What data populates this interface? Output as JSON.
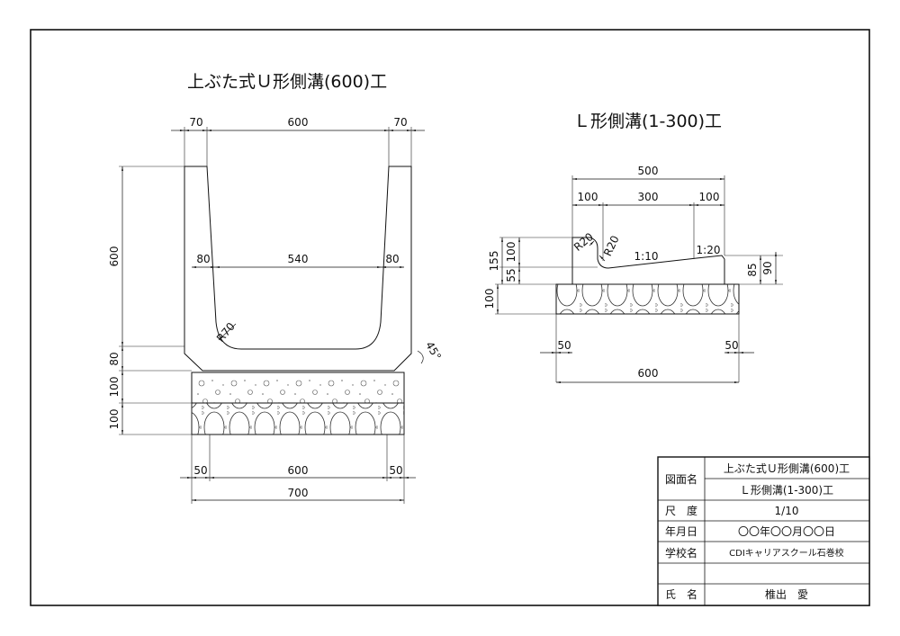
{
  "titles": {
    "u_ditch": "上ぶた式Ｕ形側溝(600)工",
    "l_ditch": "Ｌ形側溝(1-300)工"
  },
  "u_ditch_dims": {
    "top_left": "70",
    "top_mid": "600",
    "top_right": "70",
    "inner_left": "80",
    "inner_mid": "540",
    "inner_right": "80",
    "height": "600",
    "left_80": "80",
    "left_100a": "100",
    "left_100b": "100",
    "fillet": "R70",
    "chamfer": "45°",
    "bottom_left": "50",
    "bottom_mid": "600",
    "bottom_right": "50",
    "bottom_total": "700"
  },
  "l_ditch_dims": {
    "top_total": "500",
    "top_left": "100",
    "top_mid": "300",
    "top_right": "100",
    "r_left": "R20",
    "r_right": "R20",
    "slope_1": "1:10",
    "slope_2": "1:20",
    "left_155": "155",
    "left_100": "100",
    "left_55": "55",
    "left_base": "100",
    "right_85": "85",
    "right_90": "90",
    "bottom_left": "50",
    "bottom_right": "50",
    "bottom_total": "600"
  },
  "title_block": {
    "drawing_name_label": "図面名",
    "drawing_name_1": "上ぶた式Ｕ形側溝(600)工",
    "drawing_name_2": "Ｌ形側溝(1-300)工",
    "scale_label": "尺　度",
    "scale_value": "1/10",
    "date_label": "年月日",
    "date_value": "〇〇年〇〇月〇〇日",
    "school_label": "学校名",
    "school_value": "CDIキャリアスクール石巻校",
    "name_label": "氏　名",
    "name_value": "椎出　愛"
  }
}
